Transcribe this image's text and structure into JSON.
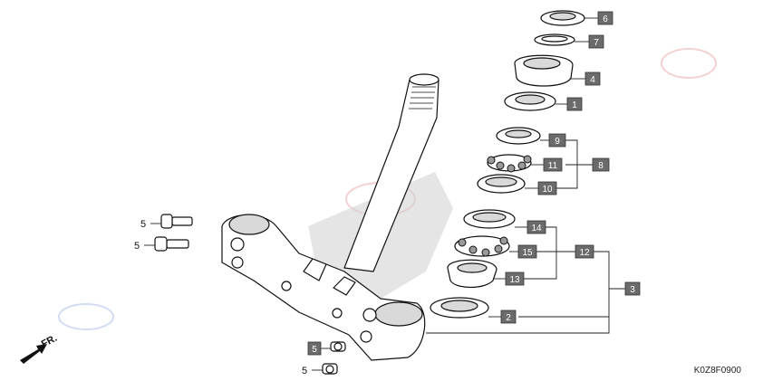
{
  "callouts": {
    "c6": "6",
    "c7": "7",
    "c4": "4",
    "c1": "1",
    "c9": "9",
    "c11": "11",
    "c8": "8",
    "c10": "10",
    "c14": "14",
    "c15": "15",
    "c12": "12",
    "c13": "13",
    "c3": "3",
    "c2": "2",
    "c5a": "5",
    "c5b": "5",
    "c5c": "5",
    "c5d": "5"
  },
  "direction_label": "FR.",
  "reference_code": "K0Z8F0900",
  "colors": {
    "callout_fill": "#6b6b6b",
    "line": "#222222",
    "shade": "#cfcfcf"
  }
}
